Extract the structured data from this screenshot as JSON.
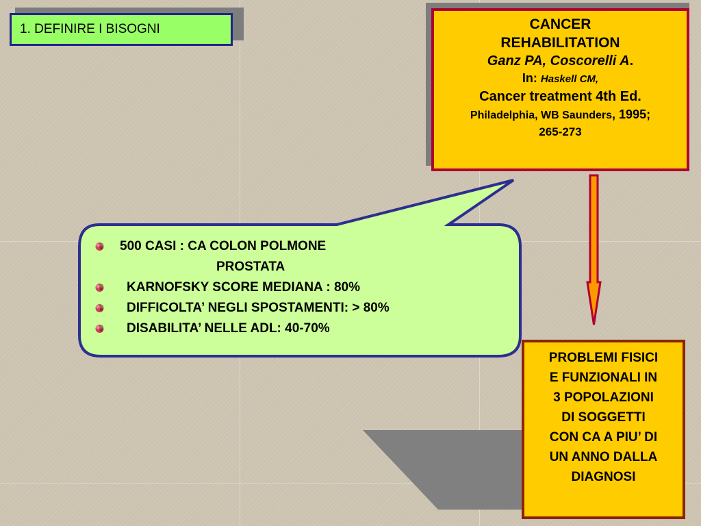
{
  "title": "1.  DEFINIRE I BISOGNI",
  "reference": {
    "line1": "CANCER",
    "line2": "REHABILITATION",
    "authors": "Ganz PA, Coscorelli A",
    "authors_end": ".",
    "in_label": "In: ",
    "editor": "Haskell CM,",
    "book": "Cancer treatment 4th Ed.",
    "publisher": "Philadelphia, WB Saunders",
    "year": ", 1995;",
    "pages": "265-273"
  },
  "bullets": [
    "500 CASI : CA COLON POLMONE",
    "PROSTATA",
    "KARNOFSKY SCORE MEDIANA : 80%",
    "DIFFICOLTA’ NEGLI SPOSTAMENTI: > 80%",
    "DISABILITA’ NELLE ADL: 40-70%"
  ],
  "problems": [
    "PROBLEMI FISICI",
    "E FUNZIONALI IN",
    "3 POPOLAZIONI",
    "DI SOGGETTI",
    "CON CA A PIU’ DI",
    "UN ANNO DALLA",
    "DIAGNOSI"
  ],
  "colors": {
    "title_fill": "#99ff66",
    "title_border": "#23238e",
    "ref_fill": "#ffcc00",
    "ref_border": "#b00030",
    "callout_fill": "#ccff99",
    "callout_border": "#2e2e8f",
    "arrow_fill": "#ff9900",
    "arrow_outline": "#b00030"
  },
  "icons": {
    "bullet": "flower-bullet-icon",
    "arrow": "down-arrow-icon"
  }
}
